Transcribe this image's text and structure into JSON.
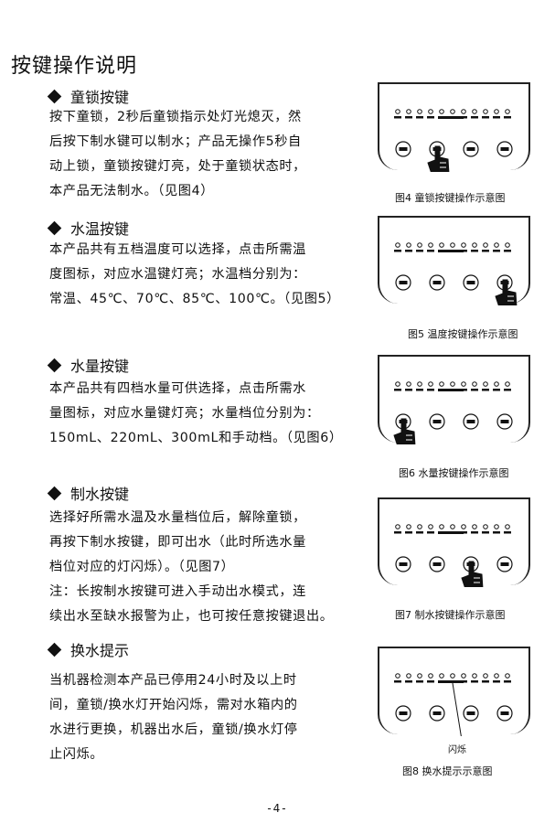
{
  "title": "按键操作说明",
  "sections": [
    {
      "heading": "童锁按键",
      "lines": [
        "按下童锁，2秒后童锁指示处灯光熄灭，然",
        "后按下制水键可以制水；产品无操作5秒自",
        "动上锁，童锁按键灯亮，处于童锁状态时，",
        "本产品无法制水。（见图4）"
      ]
    },
    {
      "heading": "水温按键",
      "lines": [
        "本产品共有五档温度可以选择，点击所需温",
        "度图标，对应水温键灯亮；水温档分别为：",
        "常温、45℃、70℃、85℃、100℃。（见图5）"
      ]
    },
    {
      "heading": "水量按键",
      "lines": [
        "本产品共有四档水量可供选择，点击所需水",
        "量图标，对应水量键灯亮；水量档位分别为：",
        "150mL、220mL、300mL和手动档。（见图6）"
      ]
    },
    {
      "heading": "制水按键",
      "lines": [
        "选择好所需水温及水量档位后，解除童锁，",
        "再按下制水按键，即可出水（此时所选水量",
        "档位对应的灯闪烁）。（见图7）",
        "注：长按制水按键可进入手动出水模式，连",
        "续出水至缺水报警为止，也可按任意按键退出。"
      ]
    },
    {
      "heading": "换水提示",
      "lines": [
        "当机器检测本产品已停用24小时及以上时",
        "间，童锁/换水灯开始闪烁，需对水箱内的",
        "水进行更换，机器出水后，童锁/换水灯停",
        "止闪烁。"
      ]
    }
  ],
  "figures": [
    {
      "caption": "图4  童锁按键操作示意图",
      "pressed": 1
    },
    {
      "caption": "图5  温度按键操作示意图",
      "pressed": 3
    },
    {
      "caption": "图6  水量按键操作示意图",
      "pressed": 0
    },
    {
      "caption": "图7  制水按键操作示意图",
      "pressed": 2
    },
    {
      "caption": "图8  换水提示示意图",
      "pressed": -1,
      "callout": "闪烁"
    }
  ],
  "page_number": "-4-"
}
